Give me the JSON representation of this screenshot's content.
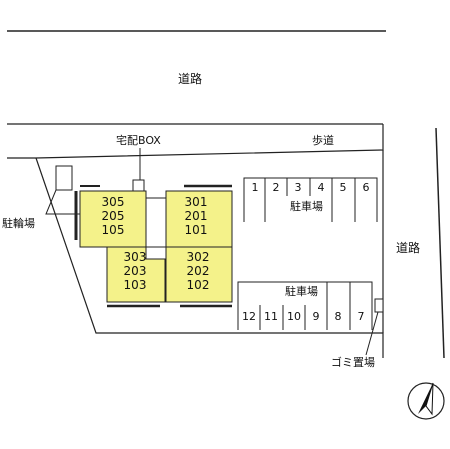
{
  "roads": {
    "top": "道路",
    "right": "道路",
    "sidewalk": "歩道"
  },
  "labels": {
    "delivery_box": "宅配BOX",
    "bicycle_parking": "駐輪場",
    "garbage": "ゴミ置場",
    "parking": "駐車場"
  },
  "buildings": [
    {
      "rooms": [
        "305",
        "205",
        "105"
      ]
    },
    {
      "rooms": [
        "301",
        "201",
        "101"
      ]
    },
    {
      "rooms": [
        "303",
        "203",
        "103"
      ]
    },
    {
      "rooms": [
        "302",
        "202",
        "102"
      ]
    }
  ],
  "parking_top": [
    "1",
    "2",
    "3",
    "4",
    "5",
    "6"
  ],
  "parking_bottom": [
    "12",
    "11",
    "10",
    "9",
    "8",
    "7"
  ],
  "colors": {
    "building": "#f4f28a",
    "line": "#222222"
  }
}
